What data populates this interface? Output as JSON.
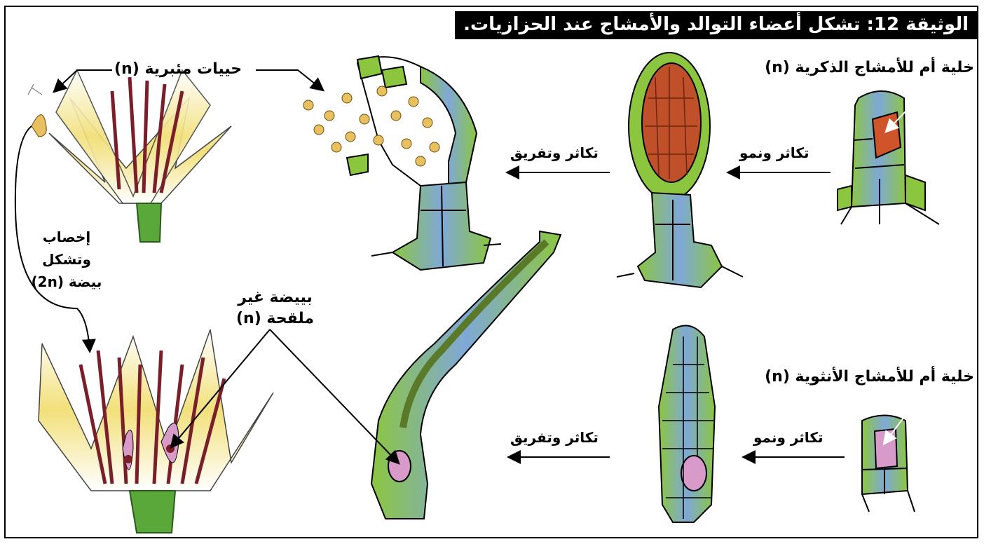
{
  "title": "الوثيقة 12: تشكل أعضاء التوالد والأمشاج عند الحزازيات.",
  "labels": {
    "male_mother_cell": "خلية أم للأمشاج الذكرية (n)",
    "female_mother_cell": "خلية أم للأمشاج الأنثوية (n)",
    "multiply_grow_top": "تكاثر ونمو",
    "multiply_grow_bottom": "تكاثر ونمو",
    "multiply_diff_top": "تكاثر وتفريق",
    "multiply_diff_bottom": "تكاثر وتفريق",
    "antherozoids": "حييات مئبرية (n)",
    "fertilization_line1": "إخصاب",
    "fertilization_line2": "وتشكل",
    "fertilization_line3": "بيضة (2n)",
    "unfertilized_egg_line1": "بييضة غير",
    "unfertilized_egg_line2": "ملقحة (n)"
  },
  "colors": {
    "cell_green": "#8cc63f",
    "cell_blue": "#7fa8d8",
    "sperm_mass": "#c0502a",
    "egg_pink": "#d89ac8",
    "leaf_yellow": "#f2e07a",
    "stalk_brown": "#7a1f2a"
  }
}
